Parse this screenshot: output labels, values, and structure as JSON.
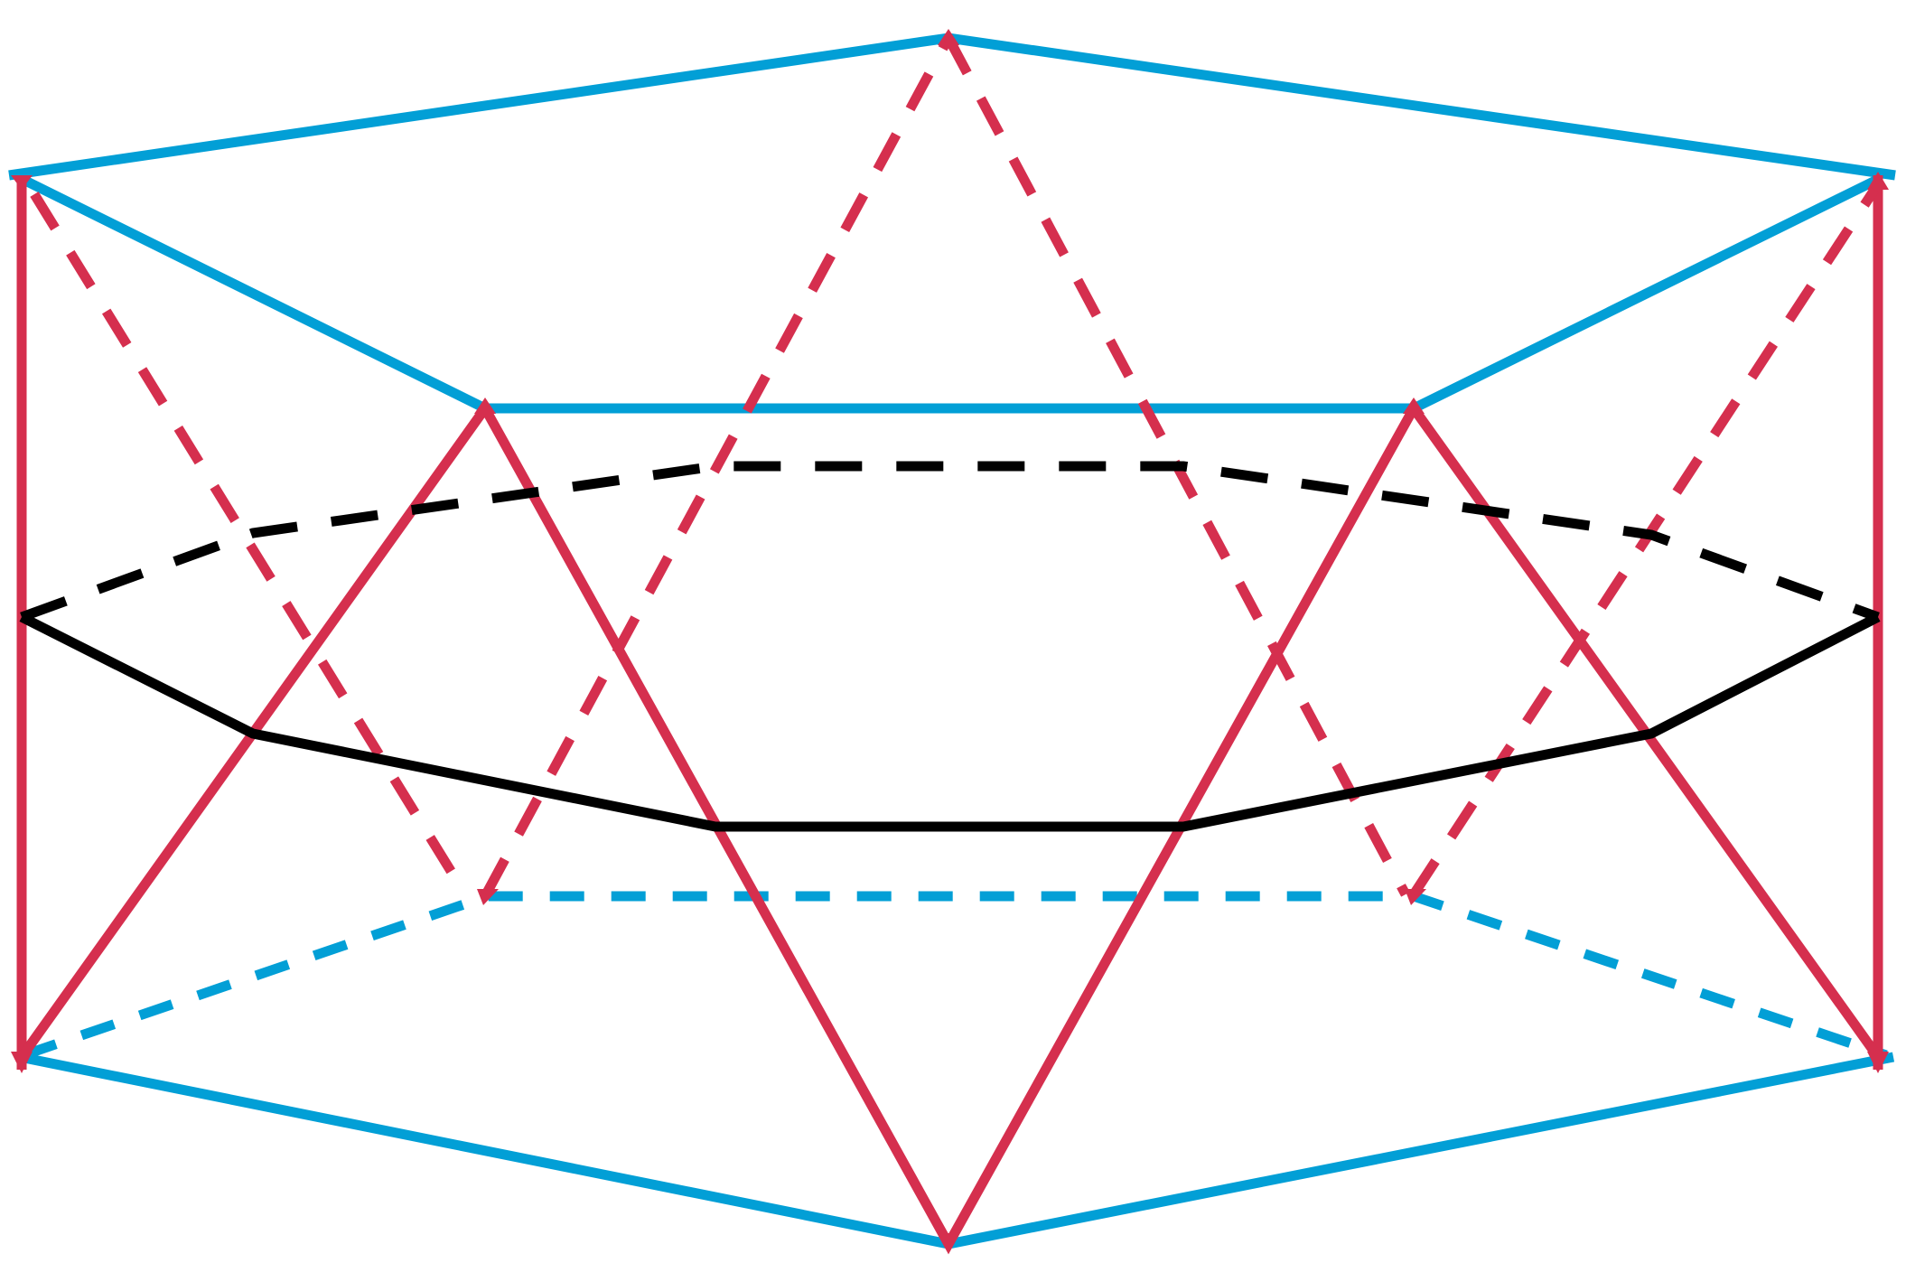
{
  "diagram": {
    "kind": "antiprism-wireframe",
    "description_style": "solid edges visible, dashed edges hidden",
    "colors": {
      "cap_edges": "#029fd6",
      "lateral_edges": "#d52f4e",
      "section_edges": "#000000",
      "background": "#ffffff"
    },
    "line_groups": [
      {
        "id": "top-cap",
        "color_key": "cap_edges",
        "style": "solid"
      },
      {
        "id": "bottom-cap",
        "color_key": "cap_edges",
        "style": "solid"
      },
      {
        "id": "bottom-cap-hidden",
        "color_key": "cap_edges",
        "style": "dashed"
      },
      {
        "id": "lateral-visible",
        "color_key": "lateral_edges",
        "style": "solid"
      },
      {
        "id": "lateral-hidden",
        "color_key": "lateral_edges",
        "style": "dashed"
      },
      {
        "id": "midsection-visible",
        "color_key": "section_edges",
        "style": "solid"
      },
      {
        "id": "midsection-hidden",
        "color_key": "section_edges",
        "style": "dashed"
      }
    ]
  }
}
